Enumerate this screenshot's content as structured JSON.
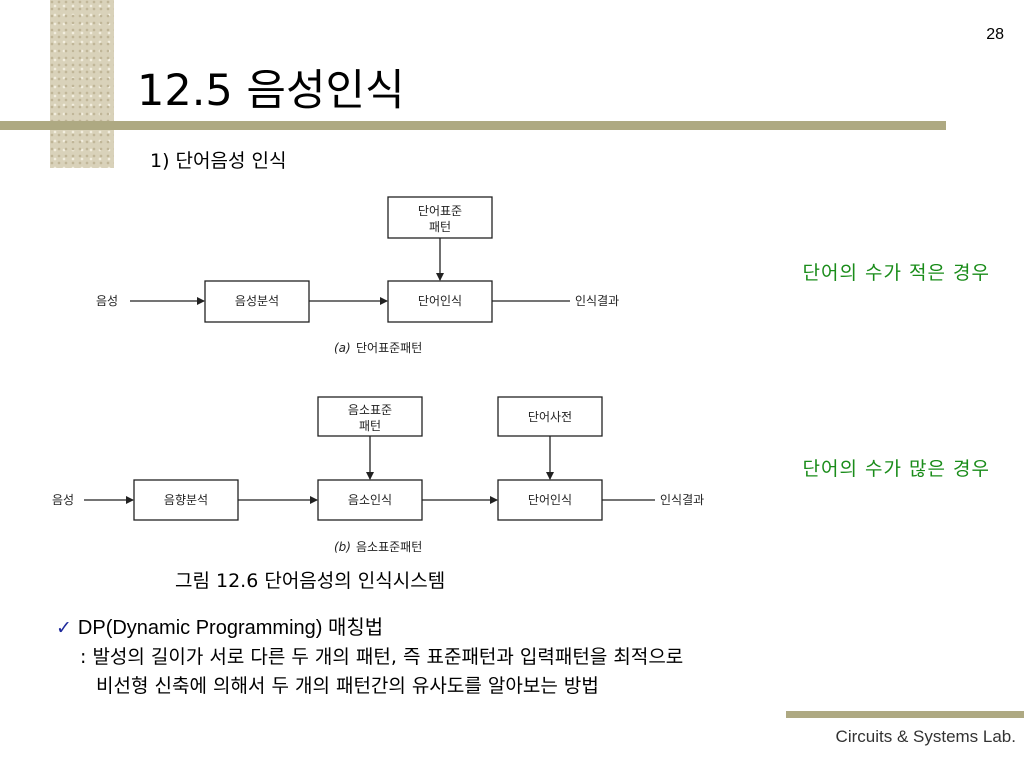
{
  "slide": {
    "page_number": "28",
    "title": "12.5 음성인식",
    "subtitle": "1) 단어음성 인식",
    "footer": "Circuits & Systems Lab."
  },
  "diagram_a": {
    "input_label": "음성",
    "analysis_box": "음성분석",
    "reference_box_line1": "단어표준",
    "reference_box_line2": "패턴",
    "recognition_box": "단어인식",
    "output_label": "인식결과",
    "caption_letter": "(a)",
    "caption_text": "단어표준패턴",
    "note": "단어의 수가 적은 경우"
  },
  "diagram_b": {
    "input_label": "음성",
    "analysis_box": "음향분석",
    "phoneme_ref_line1": "음소표준",
    "phoneme_ref_line2": "패턴",
    "phoneme_box": "음소인식",
    "dictionary_box": "단어사전",
    "recognition_box": "단어인식",
    "output_label": "인식결과",
    "caption_letter": "(b)",
    "caption_text": "음소표준패턴",
    "note": "단어의 수가 많은 경우"
  },
  "figure_caption": "그림 12.6  단어음성의 인식시스템",
  "bullet": {
    "check_icon": "checkmark-icon",
    "lead": "DP(Dynamic Programming) 매칭법",
    "line2": ": 발성의 길이가 서로 다른 두 개의 패턴, 즉 표준패턴과 입력패턴을 최적으로",
    "line3": "비선형 신축에 의해서 두 개의 패턴간의 유사도를 알아보는 방법"
  }
}
